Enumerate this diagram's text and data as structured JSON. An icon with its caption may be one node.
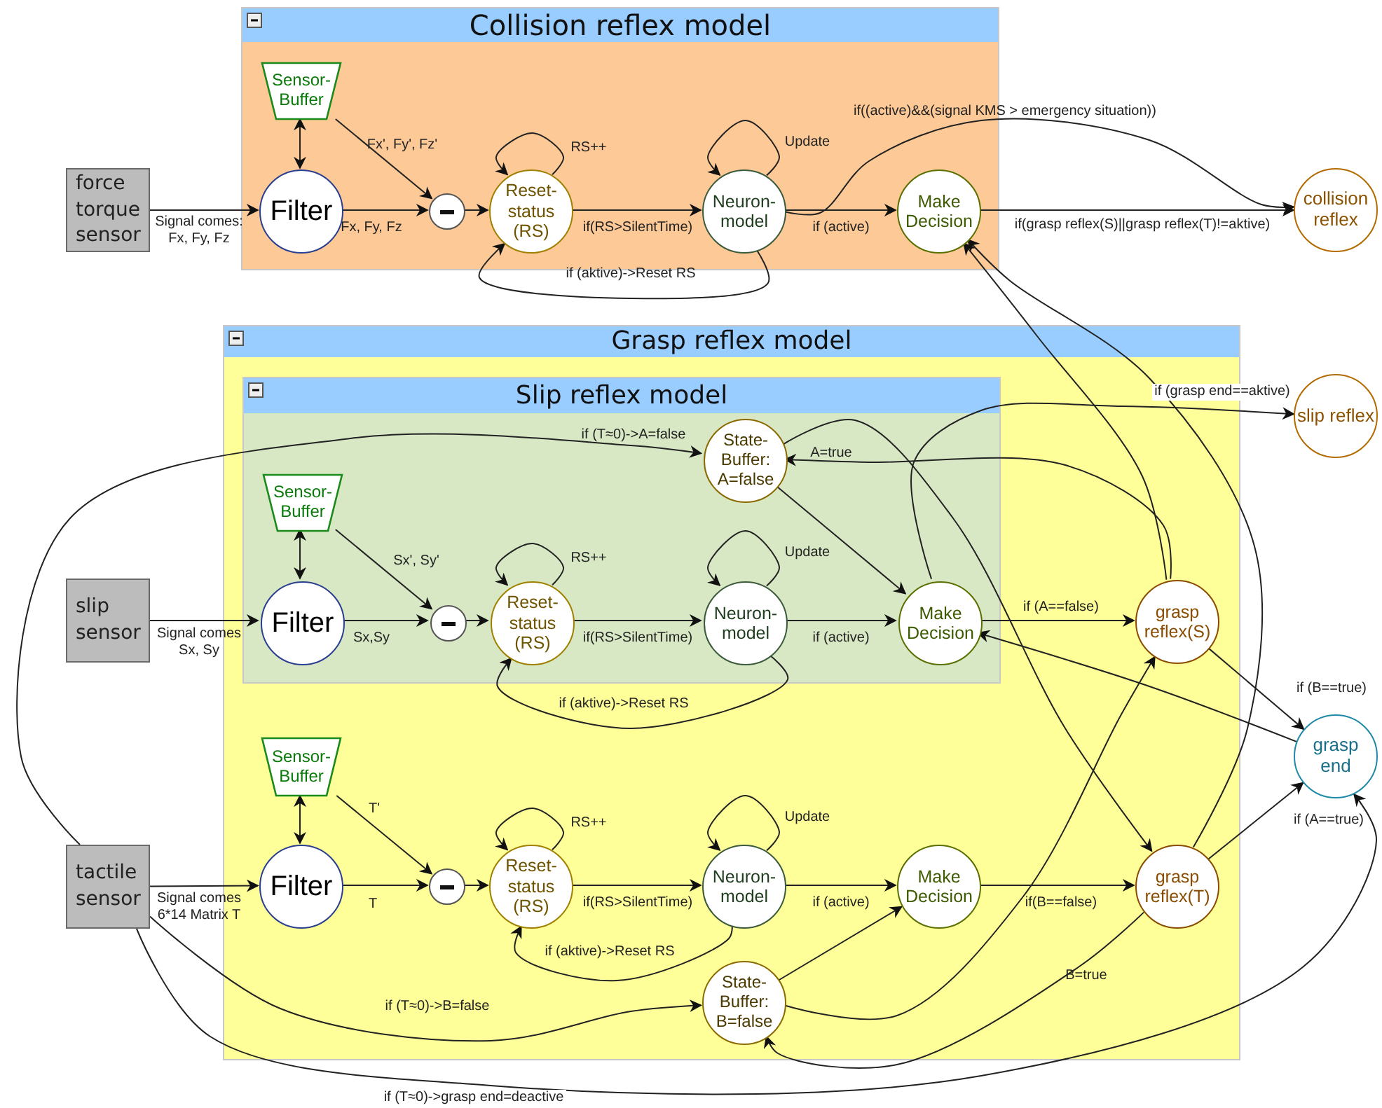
{
  "diagram": {
    "nodes": [
      {
        "text": [
          "Collision reflex model"
        ]
      },
      {
        "text": [
          "Sensor-Buffer"
        ],
        "in": 0
      },
      {
        "text": [
          "Filter"
        ],
        "in": 0
      },
      {
        "text": [],
        "shape": "circle",
        "in": 0
      },
      {
        "text": [
          "Reset-status (RS)"
        ],
        "in": 0
      },
      {
        "text": [
          "Neuron-model"
        ],
        "in": 0
      },
      {
        "text": [
          "Make Decision"
        ],
        "in": 0
      },
      {
        "text": [
          "force torque sensor"
        ]
      },
      {
        "text": [
          "collision reflex"
        ]
      },
      {
        "text": [
          "Grasp reflex model"
        ]
      },
      {
        "text": [
          "Slip reflex model"
        ],
        "in": 9
      },
      {
        "text": [
          "State-Buffer: A=false"
        ],
        "in": 10
      },
      {
        "text": [
          "Sensor-Buffer"
        ],
        "in": 10
      },
      {
        "text": [
          "Filter"
        ],
        "in": 10
      },
      {
        "text": [],
        "shape": "circle",
        "in": 10
      },
      {
        "text": [
          "Reset-status (RS)"
        ],
        "in": 10
      },
      {
        "text": [
          "Neuron-model"
        ],
        "in": 10
      },
      {
        "text": [
          "Make Decision"
        ],
        "in": 10
      },
      {
        "text": [
          "slip sensor"
        ]
      },
      {
        "text": [
          "slip reflex"
        ]
      },
      {
        "text": [
          "grasp reflex(S)"
        ],
        "in": 9
      },
      {
        "text": [
          "grasp end"
        ]
      },
      {
        "text": [
          "Sensor-Buffer"
        ],
        "in": 9
      },
      {
        "text": [
          "tactile sensor"
        ]
      },
      {
        "text": [
          "Filter"
        ],
        "in": 9
      },
      {
        "text": [],
        "shape": "circle",
        "in": 9
      },
      {
        "text": [
          "Reset-status (RS)"
        ],
        "in": 9
      },
      {
        "text": [
          "Neuron-model"
        ],
        "in": 9
      },
      {
        "text": [
          "Make Decision"
        ],
        "in": 9
      },
      {
        "text": [
          "grasp reflex(T)"
        ],
        "in": 9
      },
      {
        "text": [
          "State-Buffer: B=false"
        ],
        "in": 9
      }
    ],
    "edges": [
      {
        "from": 7,
        "to": 2,
        "arrow": "to",
        "label": "Signal comes: Fx, Fy, Fz"
      },
      {
        "from": 1,
        "to": 2,
        "arrow": "both"
      },
      {
        "from": 1,
        "to": 3,
        "arrow": "to",
        "label": "Fx', Fy', Fz'"
      },
      {
        "from": 2,
        "to": 3,
        "arrow": "to",
        "label": "Fx, Fy, Fz"
      },
      {
        "from": 3,
        "to": 4,
        "arrow": "to"
      },
      {
        "from": 4,
        "to": 4,
        "arrow": "to",
        "label": "RS++"
      },
      {
        "from": 4,
        "to": 5,
        "arrow": "to",
        "label": "if(RS>SilentTime)"
      },
      {
        "from": 5,
        "to": 5,
        "arrow": "to",
        "label": "Update"
      },
      {
        "from": 5,
        "to": 6,
        "arrow": "to",
        "label": "if (active)"
      },
      {
        "from": 5,
        "to": 4,
        "arrow": "to",
        "label": "if (aktive)->Reset RS"
      },
      {
        "from": 5,
        "to": 8,
        "arrow": "to",
        "label": "if((active)&&(signal KMS > emergency situation))"
      },
      {
        "from": 6,
        "to": 8,
        "arrow": "to",
        "label": "if(grasp reflex(S)||grasp reflex(T)!=aktive)"
      },
      {
        "from": 20,
        "to": 6,
        "arrow": "to"
      },
      {
        "from": 29,
        "to": 6,
        "arrow": "to"
      },
      {
        "from": 20,
        "to": 11,
        "arrow": "to",
        "label": "A=true"
      },
      {
        "from": 11,
        "to": 29,
        "arrow": "to"
      },
      {
        "from": 11,
        "to": 17,
        "arrow": "to"
      },
      {
        "from": 23,
        "to": 11,
        "arrow": "to",
        "label": "if (T≈0)->A=false"
      },
      {
        "from": 12,
        "to": 13,
        "arrow": "both"
      },
      {
        "from": 12,
        "to": 14,
        "arrow": "to",
        "label": "Sx', Sy'"
      },
      {
        "from": 13,
        "to": 14,
        "arrow": "to",
        "label": "Sx,Sy"
      },
      {
        "from": 14,
        "to": 15,
        "arrow": "to"
      },
      {
        "from": 15,
        "to": 15,
        "arrow": "to",
        "label": "RS++"
      },
      {
        "from": 15,
        "to": 16,
        "arrow": "to",
        "label": "if(RS>SilentTime)"
      },
      {
        "from": 16,
        "to": 16,
        "arrow": "to",
        "label": "Update"
      },
      {
        "from": 16,
        "to": 17,
        "arrow": "to",
        "label": "if (active)"
      },
      {
        "from": 16,
        "to": 15,
        "arrow": "to",
        "label": "if (aktive)->Reset RS"
      },
      {
        "from": 18,
        "to": 13,
        "arrow": "to",
        "label": "Signal comes Sx, Sy"
      },
      {
        "from": 17,
        "to": 19,
        "arrow": "to",
        "label": "if (grasp end==aktive)"
      },
      {
        "from": 17,
        "to": 20,
        "arrow": "to",
        "label": "if (A==false)"
      },
      {
        "from": 21,
        "to": 17,
        "arrow": "to"
      },
      {
        "from": 20,
        "to": 21,
        "arrow": "to",
        "label": "if (B==true)"
      },
      {
        "from": 29,
        "to": 21,
        "arrow": "to",
        "label": "if (A==true)"
      },
      {
        "from": 23,
        "to": 24,
        "arrow": "to",
        "label": "Signal comes 6*14 Matrix T"
      },
      {
        "from": 22,
        "to": 24,
        "arrow": "both"
      },
      {
        "from": 22,
        "to": 25,
        "arrow": "to",
        "label": "T'"
      },
      {
        "from": 24,
        "to": 25,
        "arrow": "to",
        "label": "T"
      },
      {
        "from": 25,
        "to": 26,
        "arrow": "to"
      },
      {
        "from": 26,
        "to": 26,
        "arrow": "to",
        "label": "RS++"
      },
      {
        "from": 26,
        "to": 27,
        "arrow": "to",
        "label": "if(RS>SilentTime)"
      },
      {
        "from": 27,
        "to": 27,
        "arrow": "to",
        "label": "Update"
      },
      {
        "from": 27,
        "to": 28,
        "arrow": "to",
        "label": "if (active)"
      },
      {
        "from": 27,
        "to": 26,
        "arrow": "to",
        "label": "if (aktive)->Reset RS"
      },
      {
        "from": 28,
        "to": 29,
        "arrow": "to",
        "label": "if(B==false)"
      },
      {
        "from": 30,
        "to": 28,
        "arrow": "to"
      },
      {
        "from": 30,
        "to": 20,
        "arrow": "to"
      },
      {
        "from": 29,
        "to": 30,
        "arrow": "to",
        "label": "B=true"
      },
      {
        "from": 23,
        "to": 30,
        "arrow": "to",
        "label": "if (T≈0)->B=false"
      },
      {
        "from": 23,
        "to": 21,
        "arrow": "to",
        "label": "if (T≈0)->grasp end=deactive"
      }
    ]
  }
}
